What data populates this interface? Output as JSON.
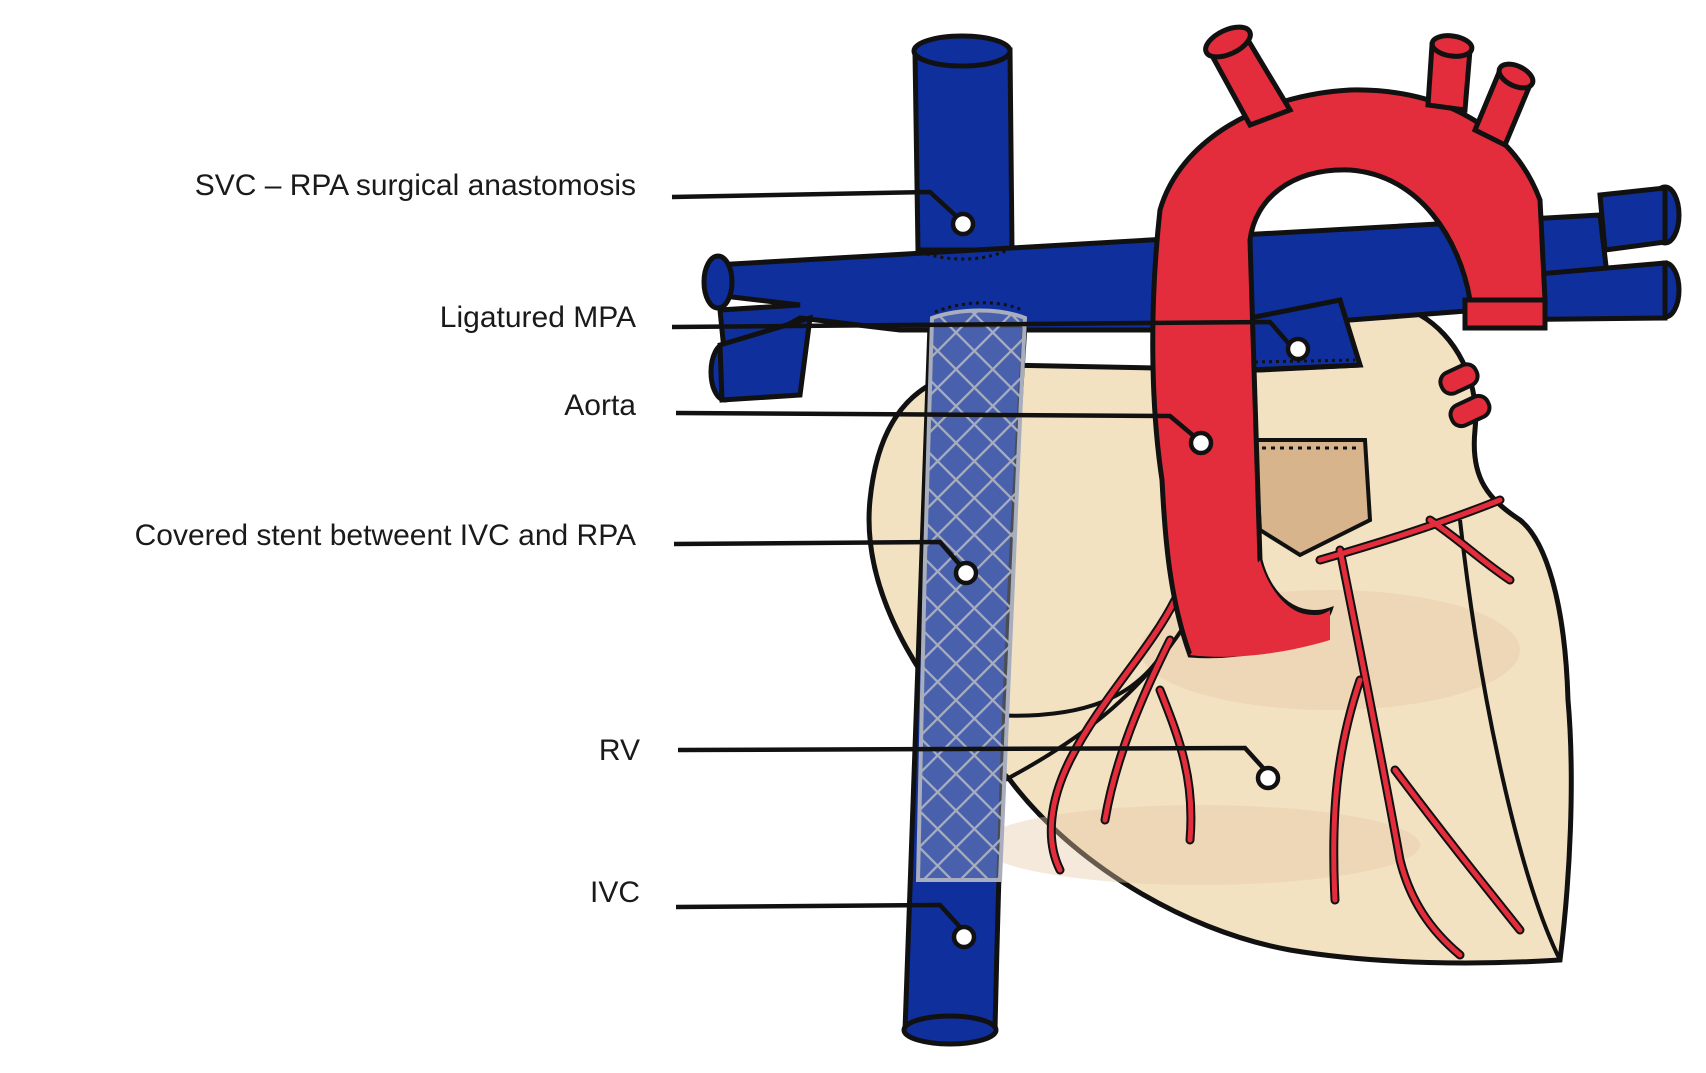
{
  "labels": {
    "svc_rpa": "SVC – RPA surgical anastomosis",
    "ligatured_mpa": "Ligatured MPA",
    "aorta": "Aorta",
    "covered_stent": "Covered stent betweent IVC and RPA",
    "rv": "RV",
    "ivc": "IVC"
  },
  "colors": {
    "vein_blue": "#0f2f9c",
    "artery_red": "#e32d3c",
    "heart_fill": "#f3e2c2",
    "stent_grey": "#a8aebd",
    "outline": "#111111"
  }
}
